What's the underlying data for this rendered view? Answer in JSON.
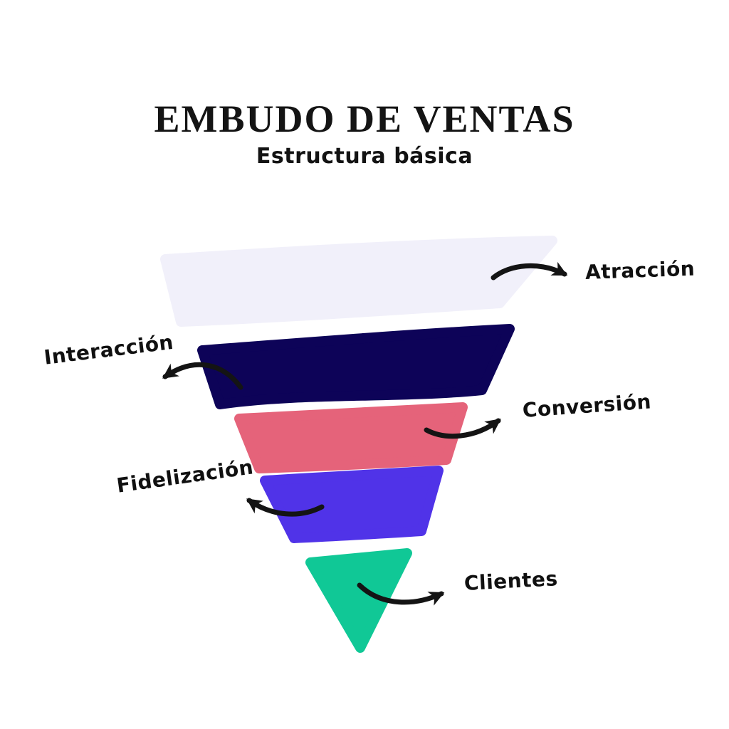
{
  "header": {
    "title": "EMBUDO DE VENTAS",
    "subtitle": "Estructura básica"
  },
  "funnel": {
    "background_color": "#FFFFFF",
    "arrow_color": "#141414",
    "label_color": "#101010",
    "levels": [
      {
        "label": "Atracción",
        "color": "#F1F0FA",
        "label_side": "right"
      },
      {
        "label": "Interacción",
        "color": "#0D0358",
        "label_side": "left"
      },
      {
        "label": "Conversión",
        "color": "#E5637A",
        "label_side": "right"
      },
      {
        "label": "Fidelización",
        "color": "#5033E8",
        "label_side": "left"
      },
      {
        "label": "Clientes",
        "color": "#10C896",
        "label_side": "right"
      }
    ]
  }
}
